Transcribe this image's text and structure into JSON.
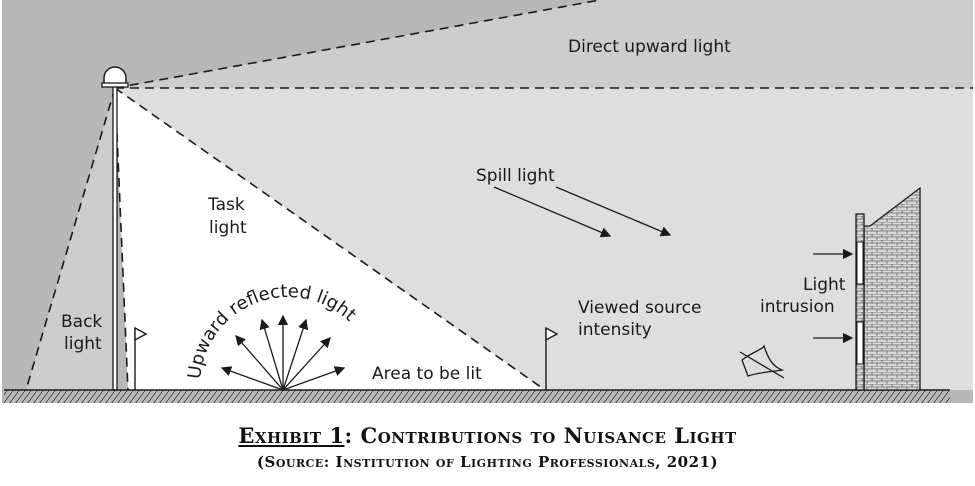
{
  "labels": {
    "direct_upward": "Direct upward light",
    "spill": "Spill light",
    "task_line1": "Task",
    "task_line2": "light",
    "back_line1": "Back",
    "back_line2": "light",
    "upward_reflected": "Upward reflected light",
    "area_to_be_lit": "Area to be lit",
    "viewed_line1": "Viewed source",
    "viewed_line2": "intensity",
    "intrusion_line1": "Light",
    "intrusion_line2": "intrusion"
  },
  "caption": {
    "exhibit": "Exhibit 1",
    "title_rest": ":  Contributions to Nuisance Light",
    "source": "(Source:  Institution of Lighting Professionals, 2021)"
  },
  "colors": {
    "dark_zone": "#b8b8b8",
    "mid_zone": "#cdcdcd",
    "spill_zone": "#dedede",
    "task_zone": "#ffffff",
    "outline": "#1a1a1a"
  }
}
